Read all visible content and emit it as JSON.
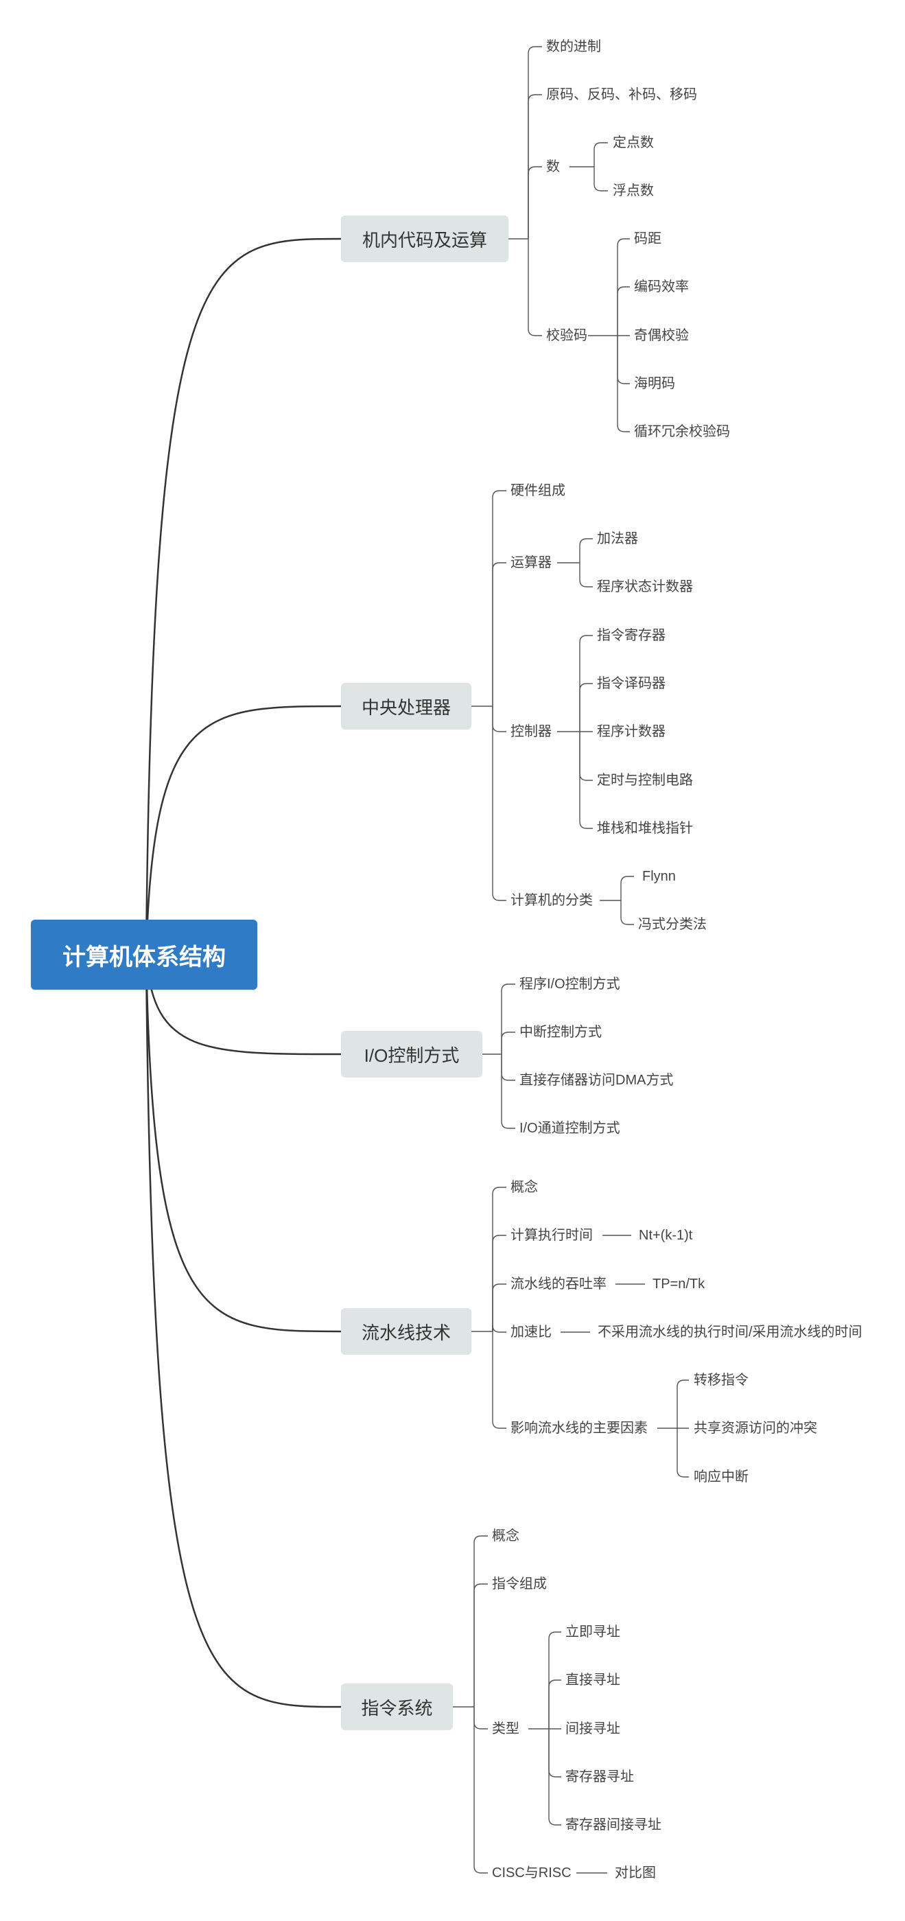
{
  "root": {
    "label": "计算机体系结构"
  },
  "branches": [
    {
      "label": "机内代码及运算",
      "children": [
        {
          "label": "数的进制"
        },
        {
          "label": "原码、反码、补码、移码"
        },
        {
          "label": "数",
          "children": [
            {
              "label": "定点数"
            },
            {
              "label": "浮点数"
            }
          ]
        },
        {
          "label": "校验码",
          "children": [
            {
              "label": "码距"
            },
            {
              "label": "编码效率"
            },
            {
              "label": "奇偶校验"
            },
            {
              "label": "海明码"
            },
            {
              "label": "循环冗余校验码"
            }
          ]
        }
      ]
    },
    {
      "label": "中央处理器",
      "children": [
        {
          "label": "硬件组成"
        },
        {
          "label": "运算器",
          "children": [
            {
              "label": "加法器"
            },
            {
              "label": "程序状态计数器"
            }
          ]
        },
        {
          "label": "控制器",
          "children": [
            {
              "label": "指令寄存器"
            },
            {
              "label": "指令译码器"
            },
            {
              "label": "程序计数器"
            },
            {
              "label": "定时与控制电路"
            },
            {
              "label": "堆栈和堆栈指针"
            }
          ]
        },
        {
          "label": "计算机的分类",
          "children": [
            {
              "label": "Flynn"
            },
            {
              "label": "冯式分类法"
            }
          ]
        }
      ]
    },
    {
      "label": "I/O控制方式",
      "children": [
        {
          "label": "程序I/O控制方式"
        },
        {
          "label": "中断控制方式"
        },
        {
          "label": "直接存储器访问DMA方式"
        },
        {
          "label": "I/O通道控制方式"
        }
      ]
    },
    {
      "label": "流水线技术",
      "children": [
        {
          "label": "概念"
        },
        {
          "label": "计算执行时间",
          "children": [
            {
              "label": "Nt+(k-1)t"
            }
          ]
        },
        {
          "label": "流水线的吞吐率",
          "children": [
            {
              "label": "TP=n/Tk"
            }
          ]
        },
        {
          "label": "加速比",
          "children": [
            {
              "label": "不采用流水线的执行时间/采用流水线的时间"
            }
          ]
        },
        {
          "label": "影响流水线的主要因素",
          "children": [
            {
              "label": "转移指令"
            },
            {
              "label": "共享资源访问的冲突"
            },
            {
              "label": "响应中断"
            }
          ]
        }
      ]
    },
    {
      "label": "指令系统",
      "children": [
        {
          "label": "概念"
        },
        {
          "label": "指令组成"
        },
        {
          "label": "类型",
          "children": [
            {
              "label": "立即寻址"
            },
            {
              "label": "直接寻址"
            },
            {
              "label": "间接寻址"
            },
            {
              "label": "寄存器寻址"
            },
            {
              "label": "寄存器间接寻址"
            }
          ]
        },
        {
          "label": "CISC与RISC",
          "children": [
            {
              "label": "对比图"
            }
          ]
        }
      ]
    }
  ],
  "colors": {
    "root_fill": "#2f7bc6",
    "branch_fill": "#dfe4e4",
    "line": "#333333",
    "leaf_line": "#555555"
  }
}
